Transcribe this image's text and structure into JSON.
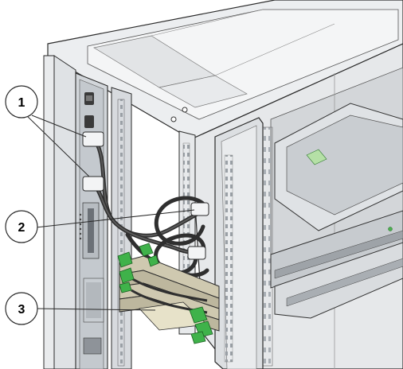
{
  "callouts": [
    {
      "label": "1"
    },
    {
      "label": "2"
    },
    {
      "label": "3"
    }
  ],
  "colors": {
    "rack_frame": "#e4e6e8",
    "rack_shadow": "#b6babe",
    "outline": "#2a2a2a",
    "cable": "#3a3a3a",
    "cma_arm": "#cfc9b0",
    "cma_clip": "#3fb24a",
    "callout_fill": "#ffffff"
  },
  "icons": [
    "pdu-outlet-icon",
    "power-cord-icon",
    "cable-management-arm-icon",
    "velcro-strap-icon"
  ]
}
